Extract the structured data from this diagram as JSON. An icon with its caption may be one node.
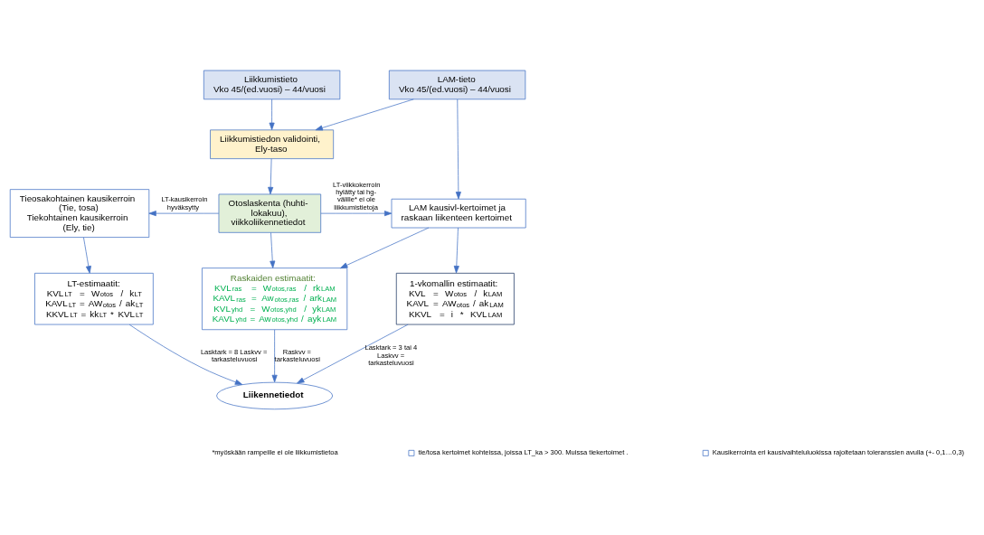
{
  "diagram": {
    "nodes": [
      {
        "text": [
          "Liikkumistieto",
          "Vko 45/(ed.vuosi) – 44/vuosi"
        ]
      },
      {
        "text": [
          "LAM-tieto",
          "Vko 45/(ed.vuosi) – 44/vuosi"
        ]
      },
      {
        "text": [
          "Liikkumistiedon validointi, Ely-taso"
        ]
      },
      {
        "text": [
          "Tieosakohtainen kausikerroin (Tie, tosa)",
          "Tiekohtainen kausikerroin (Ely, tie)"
        ]
      },
      {
        "text": [
          "Otoslaskenta (huhti-lokakuu), viikkoliikennetiedot"
        ]
      },
      {
        "text": [
          "LAM kausivl-kertoimet ja raskaan liikenteen kertoimet"
        ]
      },
      {
        "text": [
          "LT-estimaatit:",
          "KVL$_{LT}$ = W$_{otos}$ / k$_{LT}$",
          "KAVL$_{LT}$ = AW$_{otos}$ / ak$_{LT}$",
          "KKVL$_{LT}$ = kk$_{LT}$ * KVL$_{LT}$"
        ]
      },
      {
        "text": [
          "Raskaiden estimaatit:",
          "KVL$_{ras}$ = W$_{otos,ras}$ / rk$_{LAM}$",
          "KAVL$_{ras}$ = Aw$_{otos,ras}$ / ark$_{LAM}$",
          "KVL$_{yhd}$ = W$_{otos,yhd}$ / yk$_{LAM}$",
          "KAVL$_{yhd}$ = Aw$_{otos,yhd}$ / ayk$_{LAM}$"
        ]
      },
      {
        "text": [
          "1-vkomallin estimaatit:",
          "KVL = W$_{otos}$ / k$_{LAM}$",
          "KAVL = AW$_{otos}$ / ak$_{LAM}$",
          "KKVL = i * KVL$_{LAM}$"
        ]
      },
      {
        "text": [
          "Liikennetiedot"
        ]
      }
    ],
    "edges": [
      {
        "from": 0,
        "to": 2,
        "arrow": "to"
      },
      {
        "from": 1,
        "to": 2,
        "arrow": "to"
      },
      {
        "from": 1,
        "to": 5,
        "arrow": "to"
      },
      {
        "from": 2,
        "to": 4,
        "arrow": "to"
      },
      {
        "from": 4,
        "to": 3,
        "arrow": "to",
        "label": "LT-kausikerroin hyväksytty"
      },
      {
        "from": 4,
        "to": 5,
        "arrow": "to",
        "label": "LT-viikkokerroin hylätty tai hg-välille* ei ole liikkumistietoja"
      },
      {
        "from": 3,
        "to": 6,
        "arrow": "to"
      },
      {
        "from": 4,
        "to": 7,
        "arrow": "to"
      },
      {
        "from": 5,
        "to": 7,
        "arrow": "to"
      },
      {
        "from": 5,
        "to": 8,
        "arrow": "to"
      },
      {
        "from": 6,
        "to": 9,
        "arrow": "to",
        "label": "Lasktark = 8 Laskvv = tarkasteluvuosi"
      },
      {
        "from": 7,
        "to": 9,
        "arrow": "to",
        "label": "Raskvv = tarkasteluvuosi"
      },
      {
        "from": 8,
        "to": 9,
        "arrow": "to",
        "label": "Lasktark = 3 tai 4 Laskvv = tarkasteluvuosi"
      }
    ],
    "labels": [
      "*myöskään rampeille ei ole liikkumistietoa",
      "tie/tosa kertoimet kohteissa, joissa LT_ka > 300. Muissa tiekertoimet .",
      "Kausikerrointa eri kausivaihteluluokissa rajoitetaan toleranssien avulla (+- 0,1…0,3)"
    ]
  }
}
